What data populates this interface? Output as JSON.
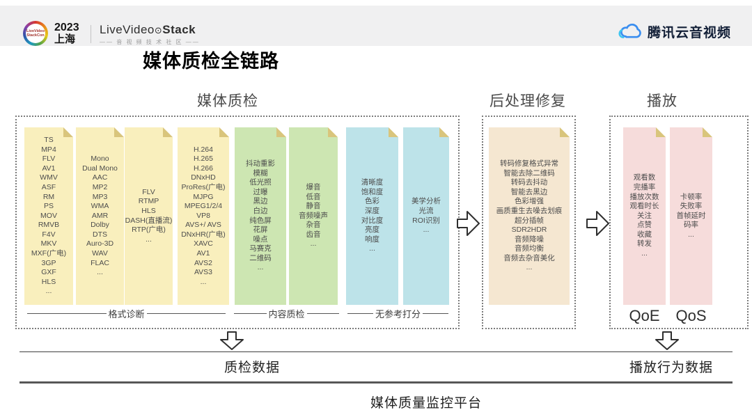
{
  "header": {
    "badge_logo_text": [
      "LiveVideo",
      "StackCon"
    ],
    "year": "2023",
    "city": "上海",
    "lvs_name_left": "LiveVideo",
    "lvs_dot": "⊙",
    "lvs_name_right": "Stack",
    "lvs_tagline": "—— 音 视 频 技 术 社 区 ——",
    "brand_name": "腾讯云音视频"
  },
  "title": "媒体质检全链路",
  "colors": {
    "yellow": "#f9efbd",
    "green": "#cde6b2",
    "blue": "#bde3e9",
    "peach": "#f5e7d1",
    "pink": "#f6dcdb",
    "fold": "#d9c57c"
  },
  "sections": {
    "media_qc": {
      "title": "媒体质检"
    },
    "post_processing": {
      "title": "后处理修复"
    },
    "playback": {
      "title": "播放"
    }
  },
  "cards": {
    "container_formats": [
      "TS",
      "MP4",
      "FLV",
      "AV1",
      "WMV",
      "ASF",
      "RM",
      "PS",
      "MOV",
      "RMVB",
      "F4V",
      "MKV",
      "MXF(广电)",
      "3GP",
      "GXF",
      "HLS",
      "..."
    ],
    "audio_formats": [
      "Mono",
      "Dual Mono",
      "AAC",
      "MP2",
      "MP3",
      "WMA",
      "AMR",
      "Dolby",
      "DTS",
      "Auro-3D",
      "WAV",
      "FLAC",
      "..."
    ],
    "stream_protocols": [
      "FLV",
      "RTMP",
      "HLS",
      "DASH(直播流)",
      "RTP(广电)",
      "..."
    ],
    "video_codecs": [
      "H.264",
      "H.265",
      "H.266",
      "DNxHD",
      "ProRes(广电)",
      "MJPG",
      "MPEG1/2/4",
      "VP8",
      "AVS+/ AVS",
      "DNxHR(广电)",
      "XAVC",
      "AV1",
      "AVS2",
      "AVS3",
      "..."
    ],
    "video_defects": [
      "抖动重影",
      "模糊",
      "低光照",
      "过曝",
      "黑边",
      "白边",
      "纯色屏",
      "花屏",
      "噪点",
      "马赛克",
      "二维码",
      "..."
    ],
    "audio_defects": [
      "爆音",
      "低音",
      "静音",
      "音频噪声",
      "杂音",
      "齿音",
      "..."
    ],
    "no_reference_metrics": [
      "清晰度",
      "饱和度",
      "色彩",
      "深度",
      "对比度",
      "亮度",
      "响度",
      "..."
    ],
    "aesthetic_analysis": [
      "美学分析",
      "光流",
      "ROI识别",
      "..."
    ],
    "repair_capabilities": [
      "转码修复格式异常",
      "智能去除二维码",
      "转码去抖动",
      "智能去黑边",
      "色彩增强",
      "画质重生去噪去划痕",
      "超分插帧",
      "SDR2HDR",
      "音频降噪",
      "音频均衡",
      "音频去杂音美化",
      "..."
    ],
    "qoe_metrics": [
      "观看数",
      "完播率",
      "播放次数",
      "观看时长",
      "关注",
      "点赞",
      "收藏",
      "转发",
      "..."
    ],
    "qos_metrics": [
      "卡顿率",
      "失败率",
      "首帧延时",
      "码率",
      "..."
    ]
  },
  "group_labels": {
    "format_diagnosis": "格式诊断",
    "content_qc": "内容质检",
    "no_reference_scoring": "无参考打分"
  },
  "metric_labels": {
    "qoe": "QoE",
    "qos": "QoS"
  },
  "outputs": {
    "qc_data": "质检数据",
    "playback_behavior_data": "播放行为数据",
    "platform": "媒体质量监控平台"
  }
}
